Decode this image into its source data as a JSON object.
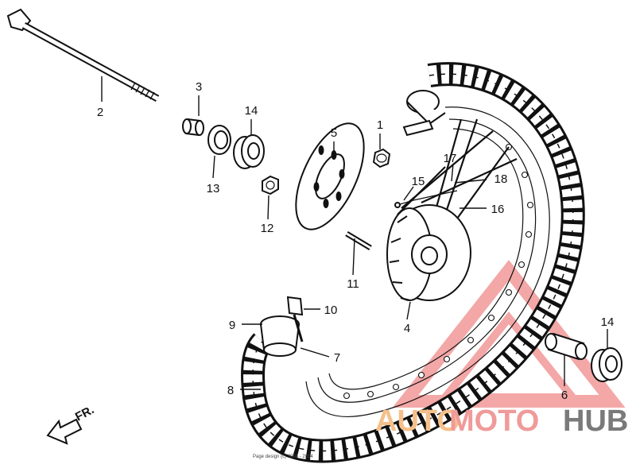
{
  "callouts": [
    {
      "id": "1",
      "label": "1"
    },
    {
      "id": "2",
      "label": "2"
    },
    {
      "id": "3",
      "label": "3"
    },
    {
      "id": "4",
      "label": "4"
    },
    {
      "id": "5",
      "label": "5"
    },
    {
      "id": "6",
      "label": "6"
    },
    {
      "id": "7",
      "label": "7"
    },
    {
      "id": "8",
      "label": "8"
    },
    {
      "id": "9",
      "label": "9"
    },
    {
      "id": "10",
      "label": "10"
    },
    {
      "id": "11",
      "label": "11"
    },
    {
      "id": "12",
      "label": "12"
    },
    {
      "id": "13",
      "label": "13"
    },
    {
      "id": "14a",
      "label": "14"
    },
    {
      "id": "14b",
      "label": "14"
    },
    {
      "id": "15",
      "label": "15"
    },
    {
      "id": "16",
      "label": "16"
    },
    {
      "id": "17",
      "label": "17"
    },
    {
      "id": "18",
      "label": "18"
    }
  ],
  "direction": {
    "label": "FR."
  },
  "watermark": {
    "part1": "AUTO",
    "part2": "MOTO",
    "part3": "HUB",
    "color1": "#f5c08a",
    "color2": "#f09a9a",
    "color3": "#7a7a7a"
  },
  "copyright": "Page design (c) 2004 - 2014"
}
